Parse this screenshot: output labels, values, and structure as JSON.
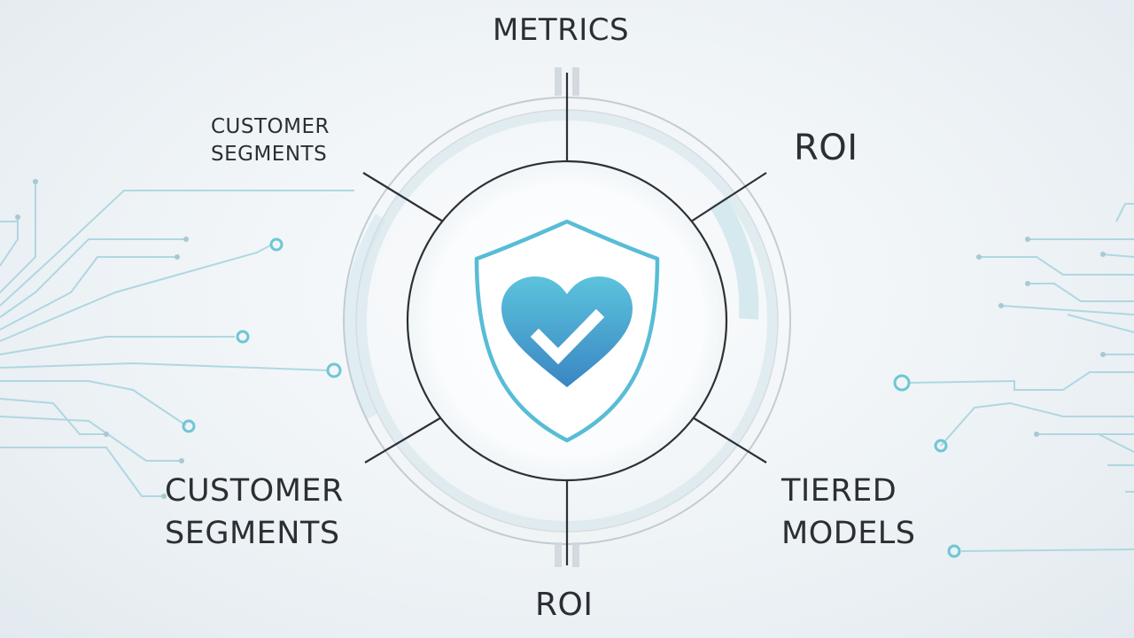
{
  "labels": {
    "top": "METRICS",
    "top_right": "ROI",
    "top_left_line1": "CUSTOMER",
    "top_left_line2": "SEGMENTS",
    "bottom_left_line1": "CUSTOMER",
    "bottom_left_line2": "SEGMENTS",
    "bottom_right_line1": "TIERED",
    "bottom_right_line2": "MODELS",
    "bottom": "ROI"
  },
  "colors": {
    "accent": "#4fb8d4",
    "shield_stroke": "#58bcd6",
    "heart_top": "#5cc3dc",
    "heart_bottom": "#3a86c3",
    "ring_dark": "#2d3136",
    "ring_light": "#c3ccd3",
    "circuit": "#a9d5df"
  },
  "icons": {
    "center": "shield-heart-check-icon"
  }
}
